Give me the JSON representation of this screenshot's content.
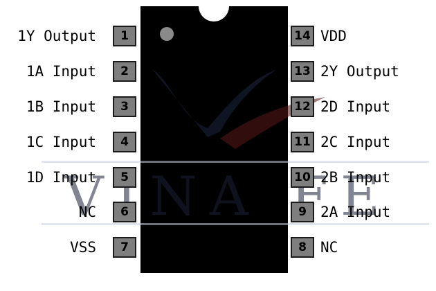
{
  "colors": {
    "chip_body": "#000000",
    "pin_fill": "#7e7e7e",
    "pin_border": "#1a1a1a",
    "background": "#ffffff"
  },
  "pins_left": [
    {
      "number": "1",
      "label": "1Y Output"
    },
    {
      "number": "2",
      "label": "1A Input"
    },
    {
      "number": "3",
      "label": "1B Input"
    },
    {
      "number": "4",
      "label": "1C Input"
    },
    {
      "number": "5",
      "label": "1D Input"
    },
    {
      "number": "6",
      "label": "NC"
    },
    {
      "number": "7",
      "label": "VSS"
    }
  ],
  "pins_right": [
    {
      "number": "14",
      "label": "VDD"
    },
    {
      "number": "13",
      "label": "2Y Output"
    },
    {
      "number": "12",
      "label": "2D Input"
    },
    {
      "number": "11",
      "label": "2C Input"
    },
    {
      "number": "10",
      "label": "2B Input"
    },
    {
      "number": "9",
      "label": "2A Input"
    },
    {
      "number": "8",
      "label": "NC"
    }
  ],
  "watermark": "VINA FE"
}
